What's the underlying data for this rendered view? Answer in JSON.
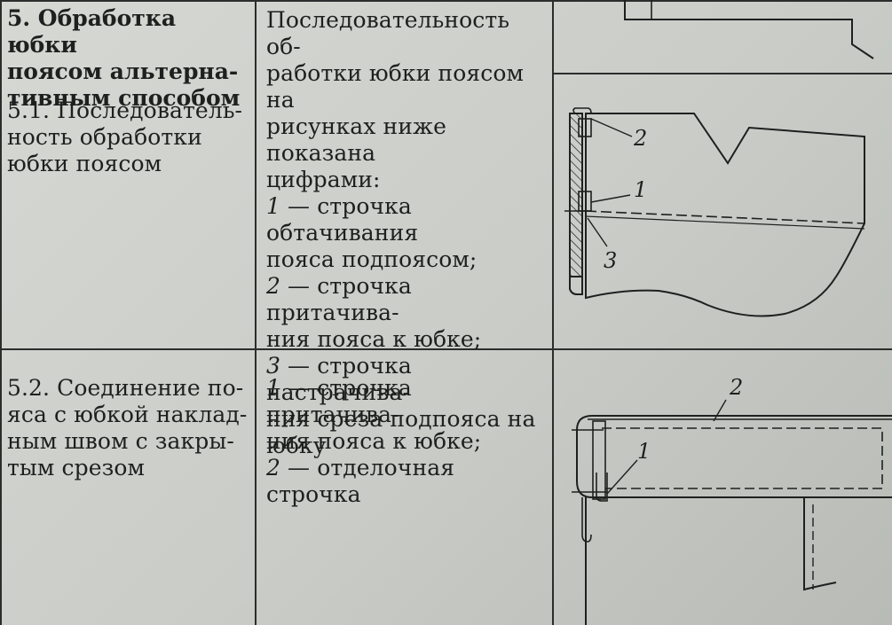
{
  "section5": {
    "title": "5. Обработка юбки поясом альтернативным способом",
    "title_lines": [
      "5. Обработка юбки",
      "поясом альтерна-",
      "тивным способом"
    ],
    "sub_5_1_lines": [
      "5.1. Последователь-",
      "ность обработки",
      "юбки поясом"
    ],
    "description_lines": [
      {
        "text": "Последовательность об-"
      },
      {
        "text": "работки юбки поясом на"
      },
      {
        "text": "рисунках ниже показана"
      },
      {
        "text": "цифрами:"
      },
      {
        "num": "1",
        "text": " — строчка обтачивания"
      },
      {
        "text": "пояса подпоясом;"
      },
      {
        "num": "2",
        "text": " — строчка притачива-"
      },
      {
        "text": "ния пояса к юбке;"
      },
      {
        "num": "3",
        "text": " — строчка настрачива-"
      },
      {
        "text": "ния среза подпояса на"
      },
      {
        "text": "юбку"
      }
    ],
    "figure_labels": [
      "2",
      "1",
      "3"
    ]
  },
  "section5_2": {
    "title_lines": [
      "5.2. Соединение по-",
      "яса с юбкой наклад-",
      "ным швом с закры-",
      "тым срезом"
    ],
    "description_lines": [
      {
        "num": "1",
        "text": " — строчка притачива-"
      },
      {
        "text": "ния пояса к юбке;"
      },
      {
        "num": "2",
        "text": " — отделочная строчка"
      }
    ],
    "figure_labels": [
      "2",
      "1"
    ]
  }
}
